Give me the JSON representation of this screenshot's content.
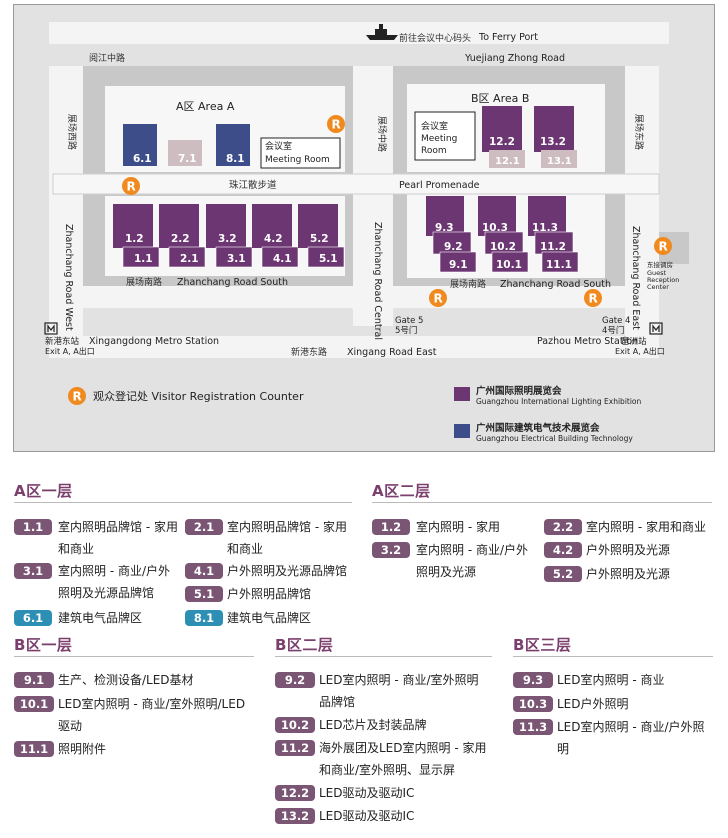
{
  "map": {
    "ferry_cn": "前往会议中心码头",
    "ferry_en": "To Ferry Port",
    "road_yuejiang_cn": "阅江中路",
    "road_yuejiang_en": "Yuejiang Zhong Road",
    "area_a": "A区  Area A",
    "area_b": "B区    Area B",
    "meeting_a_cn": "会议室",
    "meeting_a_en": "Meeting Room",
    "meeting_b": [
      "会议室",
      "Meeting",
      "Room"
    ],
    "promenade_cn": "珠江散步道",
    "promenade_en": "Pearl Promenade",
    "road_west_cn": "展场西路",
    "road_west_en": "Zhanchang Road West",
    "road_central_cn": "展场中路",
    "road_central_en": "Zhanchang Road Central",
    "road_east_cn": "展场东路",
    "road_east_en": "Zhanchang Road East",
    "road_south_cn": "展场南路",
    "road_south_en": "Zhanchang Road South",
    "road_xingang_cn": "新港东路",
    "road_xingang_en": "Xingang Road East",
    "metro_west_name": "Xingangdong Metro Station",
    "metro_west_cn": "新港东站",
    "metro_west_exit": "Exit A, A出口",
    "metro_east_name": "Pazhou Metro Station",
    "metro_east_cn": "琶洲站",
    "metro_east_exit": "Exit A, A出口",
    "gate5_en": "Gate 5",
    "gate5_cn": "5号门",
    "gate4_en": "Gate 4",
    "gate4_cn": "4号门",
    "reception": [
      "东接调房",
      "Guest",
      "Reception",
      "Center"
    ],
    "registration_label": "观众登记处  Visitor Registration Counter",
    "legend_lighting_cn": "广州国际照明展览会",
    "legend_lighting_en": "Guangzhou International Lighting Exhibition",
    "legend_building_cn": "广州国际建筑电气技术展览会",
    "legend_building_en": "Guangzhou Electrical Building Technology",
    "registration_symbol": "R",
    "halls": {
      "h6_1": "6.1",
      "h7_1": "7.1",
      "h8_1": "8.1",
      "h1_2": "1.2",
      "h1_1": "1.1",
      "h2_2": "2.2",
      "h2_1": "2.1",
      "h3_2": "3.2",
      "h3_1": "3.1",
      "h4_2": "4.2",
      "h4_1": "4.1",
      "h5_2": "5.2",
      "h5_1": "5.1",
      "h12_2": "12.2",
      "h12_1": "12.1",
      "h13_2": "13.2",
      "h13_1": "13.1",
      "h9_3": "9.3",
      "h9_2": "9.2",
      "h9_1": "9.1",
      "h10_3": "10.3",
      "h10_2": "10.2",
      "h10_1": "10.1",
      "h11_3": "11.3",
      "h11_2": "11.2",
      "h11_1": "11.1"
    },
    "colors": {
      "purple": "#6b3672",
      "blue": "#3d4d8a",
      "pink_gray": "#cdbdc0",
      "orange": "#f08a1e",
      "road": "#f2f2f2",
      "block": "#c9c9c9"
    }
  },
  "sections": {
    "a1": {
      "title": "A区一层",
      "items": [
        {
          "code": "1.1",
          "lines": [
            "室内照明品牌馆 - 家用",
            "和商业"
          ]
        },
        {
          "code": "2.1",
          "lines": [
            "室内照明品牌馆 - 家用",
            "和商业"
          ]
        },
        {
          "code": "3.1",
          "lines": [
            "室内照明 - 商业/户外",
            "照明及光源品牌馆"
          ]
        },
        {
          "code": "4.1",
          "lines": [
            "户外照明及光源品牌馆"
          ]
        },
        {
          "code": "5.1",
          "lines": [
            "户外照明品牌馆"
          ]
        },
        {
          "code": "6.1",
          "lines": [
            "建筑电气品牌区"
          ]
        },
        {
          "code": "8.1",
          "lines": [
            "建筑电气品牌区"
          ]
        }
      ]
    },
    "a2": {
      "title": "A区二层",
      "items": [
        {
          "code": "1.2",
          "lines": [
            "室内照明 - 家用"
          ]
        },
        {
          "code": "2.2",
          "lines": [
            "室内照明 - 家用和商业"
          ]
        },
        {
          "code": "3.2",
          "lines": [
            "室内照明 - 商业/户外",
            "照明及光源"
          ]
        },
        {
          "code": "4.2",
          "lines": [
            "户外照明及光源"
          ]
        },
        {
          "code": "5.2",
          "lines": [
            "户外照明及光源"
          ]
        }
      ]
    },
    "b1": {
      "title": "B区一层",
      "items": [
        {
          "code": "9.1",
          "lines": [
            "生产、检测设备/LED基材"
          ]
        },
        {
          "code": "10.1",
          "lines": [
            "LED室内照明 - 商业/室外照明/LED",
            "驱动"
          ]
        },
        {
          "code": "11.1",
          "lines": [
            "照明附件"
          ]
        }
      ]
    },
    "b2": {
      "title": "B区二层",
      "items": [
        {
          "code": "9.2",
          "lines": [
            "LED室内照明 - 商业/室外照明",
            "品牌馆"
          ]
        },
        {
          "code": "10.2",
          "lines": [
            "LED芯片及封装品牌"
          ]
        },
        {
          "code": "11.2",
          "lines": [
            "海外展团及LED室内照明 - 家用",
            "和商业/室外照明、显示屏"
          ]
        },
        {
          "code": "12.2",
          "lines": [
            "LED驱动及驱动IC"
          ]
        },
        {
          "code": "13.2",
          "lines": [
            "LED驱动及驱动IC"
          ]
        }
      ]
    },
    "b3": {
      "title": "B区三层",
      "items": [
        {
          "code": "9.3",
          "lines": [
            "LED室内照明 - 商业"
          ]
        },
        {
          "code": "10.3",
          "lines": [
            "LED户外照明"
          ]
        },
        {
          "code": "11.3",
          "lines": [
            "LED室内照明 - 商业/户外照",
            "明"
          ]
        }
      ]
    }
  }
}
